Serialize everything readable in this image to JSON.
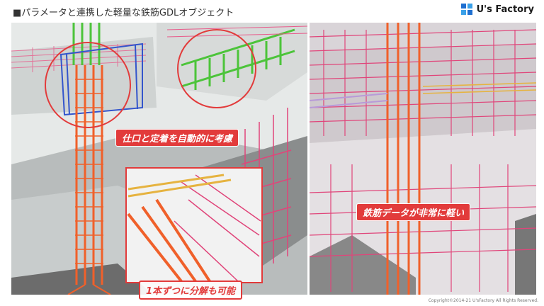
{
  "slide": {
    "title": "■パラメータと連携した軽量な鉄筋GDLオブジェクト",
    "logo_text": "U's Factory",
    "copyright": "Copyright©2014-21  U'sFactory All Rights Reserved."
  },
  "callouts": {
    "auto_opening": "仕口と定着を自動的に考慮",
    "explode": "1本ずつに分解も可能",
    "light_data": "鉄筋データが非常に軽い"
  },
  "colors": {
    "rebar_orange": "#f0602a",
    "rebar_pink": "#e0457a",
    "rebar_green": "#4cc43a",
    "rebar_blue": "#3355cc",
    "highlight_red": "#e23b3b",
    "slab_gray": "#9a9a9a"
  }
}
